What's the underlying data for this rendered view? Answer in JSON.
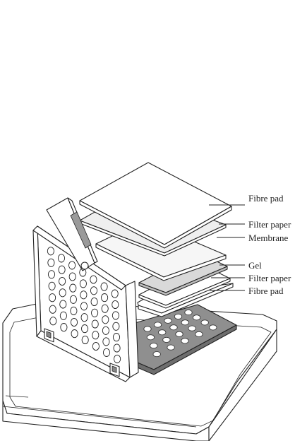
{
  "diagram": {
    "labels": [
      {
        "id": "fibre-pad-top",
        "text": "Fibre pad"
      },
      {
        "id": "filter-paper-top",
        "text": "Filter paper"
      },
      {
        "id": "membrane",
        "text": "Membrane"
      },
      {
        "id": "gel",
        "text": "Gel"
      },
      {
        "id": "filter-paper-bottom",
        "text": "Filter paper"
      },
      {
        "id": "fibre-pad-bottom",
        "text": "Fibre pad"
      }
    ],
    "colors": {
      "line": "#222222",
      "fill_white": "#ffffff",
      "fill_light": "#ececec",
      "fill_gel": "#d9d9d9",
      "fill_membrane": "#f4f4f4",
      "cassette_base": "#8f8f8f",
      "cassette_edge": "#6e6e6e"
    }
  }
}
